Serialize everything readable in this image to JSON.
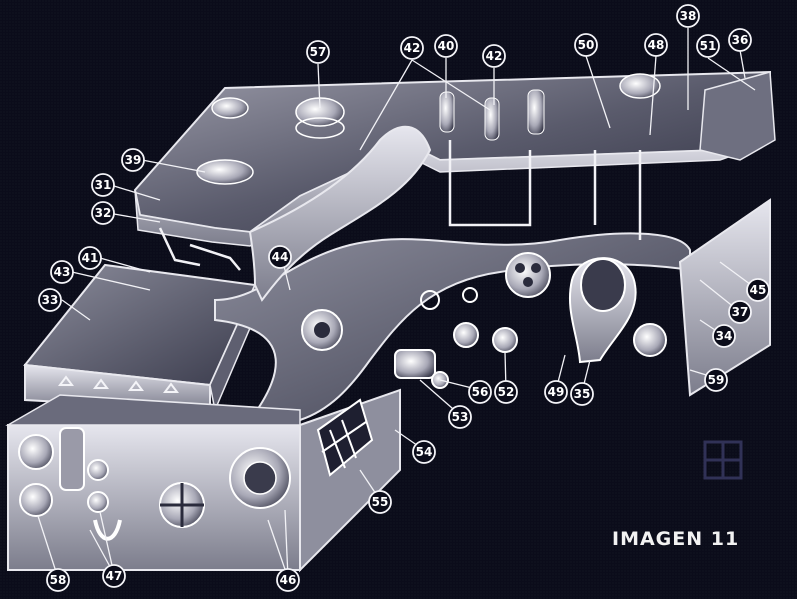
{
  "caption": "IMAGEN 11",
  "palette": {
    "background": "#0b0c1a",
    "line": "#e8e8ee",
    "surface_light": "#cfcfd8",
    "surface_dark": "#2a2b3c"
  },
  "callouts": [
    {
      "label": "57"
    },
    {
      "label": "42"
    },
    {
      "label": "40"
    },
    {
      "label": "42"
    },
    {
      "label": "50"
    },
    {
      "label": "48"
    },
    {
      "label": "38"
    },
    {
      "label": "51"
    },
    {
      "label": "36"
    },
    {
      "label": "39"
    },
    {
      "label": "31"
    },
    {
      "label": "32"
    },
    {
      "label": "41"
    },
    {
      "label": "44"
    },
    {
      "label": "43"
    },
    {
      "label": "33"
    },
    {
      "label": "45"
    },
    {
      "label": "37"
    },
    {
      "label": "34"
    },
    {
      "label": "59"
    },
    {
      "label": "35"
    },
    {
      "label": "49"
    },
    {
      "label": "52"
    },
    {
      "label": "56"
    },
    {
      "label": "53"
    },
    {
      "label": "54"
    },
    {
      "label": "55"
    },
    {
      "label": "46"
    },
    {
      "label": "47"
    },
    {
      "label": "58"
    }
  ]
}
